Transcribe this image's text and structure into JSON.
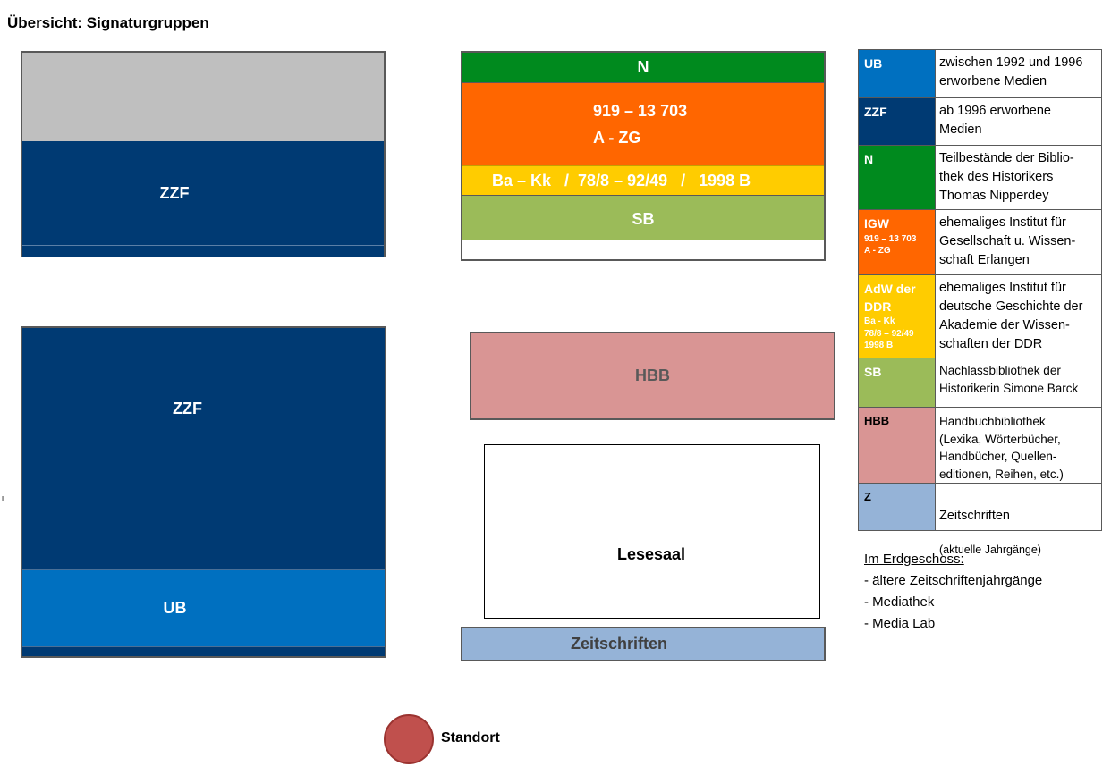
{
  "title": "Übersicht: Signaturgruppen",
  "colors": {
    "ub": "#0070c0",
    "zzf": "#003a73",
    "n": "#008a1e",
    "igw": "#ff6600",
    "adw": "#ffcc00",
    "sb": "#9bbb59",
    "hbb": "#d99594",
    "z": "#95b3d7",
    "grey": "#bfbfbf",
    "standort": "#c0504d"
  },
  "shelves": {
    "top_left_zzf": "ZZF",
    "bottom_left_zzf": "ZZF",
    "bottom_left_ub": "UB",
    "n": "N",
    "igw_line1": "919 – 13 703",
    "igw_line2": "A - ZG",
    "adw": "Ba – Kk   /  78/8 – 92/49   /   1998 B",
    "sb": "SB",
    "hbb": "HBB",
    "lesesaal": "Lesesaal",
    "zeitschriften": "Zeitschriften"
  },
  "side_mark": "L",
  "legend": [
    {
      "code": "UB",
      "desc": "zwischen 1992 und 1996\nerworbene Medien"
    },
    {
      "code": "ZZF",
      "desc": "ab 1996 erworbene\nMedien"
    },
    {
      "code": "N",
      "desc": "Teilbestände der Biblio-\nthek des Historikers\nThomas Nipperdey"
    },
    {
      "code": "IGW",
      "sub": [
        "919 – 13 703",
        "A - ZG"
      ],
      "desc": "ehemaliges Institut für\nGesellschaft u. Wissen-\nschaft Erlangen"
    },
    {
      "code": "AdW der DDR",
      "sub": [
        "Ba - Kk",
        "78/8 – 92/49",
        "1998 B"
      ],
      "desc": "ehemaliges Institut für\ndeutsche Geschichte der\nAkademie der Wissen-\nschaften der DDR"
    },
    {
      "code": "SB",
      "desc": "Nachlassbibliothek der\nHistorikerin Simone Barck"
    },
    {
      "code": "HBB",
      "desc": "Handbuchbibliothek\n(Lexika, Wörterbücher,\nHandbücher, Quellen-\neditionen, Reihen, etc.)"
    },
    {
      "code": "Z",
      "desc": "Zeitschriften",
      "desc_small": "(aktuelle Jahrgänge)"
    }
  ],
  "ground_floor": {
    "heading": "Im Erdgeschoss:",
    "items": [
      "- ältere Zeitschriftenjahrgänge",
      "- Mediathek",
      "- Media Lab"
    ]
  },
  "standort_label": "Standort"
}
